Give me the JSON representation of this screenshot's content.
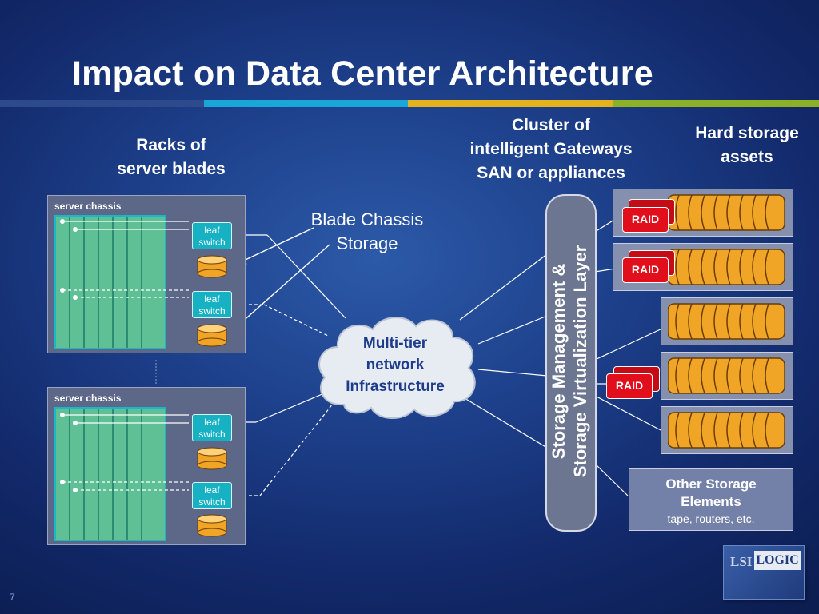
{
  "slide": {
    "title": "Impact on Data Center Architecture",
    "page_number": "7",
    "colors": {
      "bar_dark": "#2c4a8c",
      "bar_cyan": "#1aa7d8",
      "bar_gold": "#e3b21d",
      "bar_green": "#8cb126",
      "leaf_switch": "#17b1c4",
      "raid": "#e10f1b",
      "disk": "#f1a526"
    }
  },
  "labels": {
    "racks": [
      "Racks of",
      "server blades"
    ],
    "gateways": [
      "Cluster of",
      "intelligent Gateways",
      "SAN or appliances"
    ],
    "hard_storage": [
      "Hard storage",
      "assets"
    ],
    "blade_storage": [
      "Blade Chassis",
      "Storage"
    ],
    "network": [
      "Multi-tier",
      "network",
      "Infrastructure"
    ],
    "virtualization": [
      "Storage Management  &",
      "Storage Virtualization Layer"
    ]
  },
  "chassis": [
    {
      "label": "server chassis",
      "leaf_switch": [
        "leaf",
        "switch"
      ]
    },
    {
      "label": "server chassis",
      "leaf_switch": [
        "leaf",
        "switch"
      ]
    }
  ],
  "raid_label": "RAID",
  "other_storage": {
    "title_line1": "Other Storage",
    "title_line2": "Elements",
    "subtitle": "tape, routers, etc."
  },
  "logo": {
    "left": "LSI",
    "right": "LOGIC"
  },
  "icons": {
    "network": "cloud-icon",
    "disk": "disk-cylinder-icon",
    "tape": "disk-array-icon"
  }
}
